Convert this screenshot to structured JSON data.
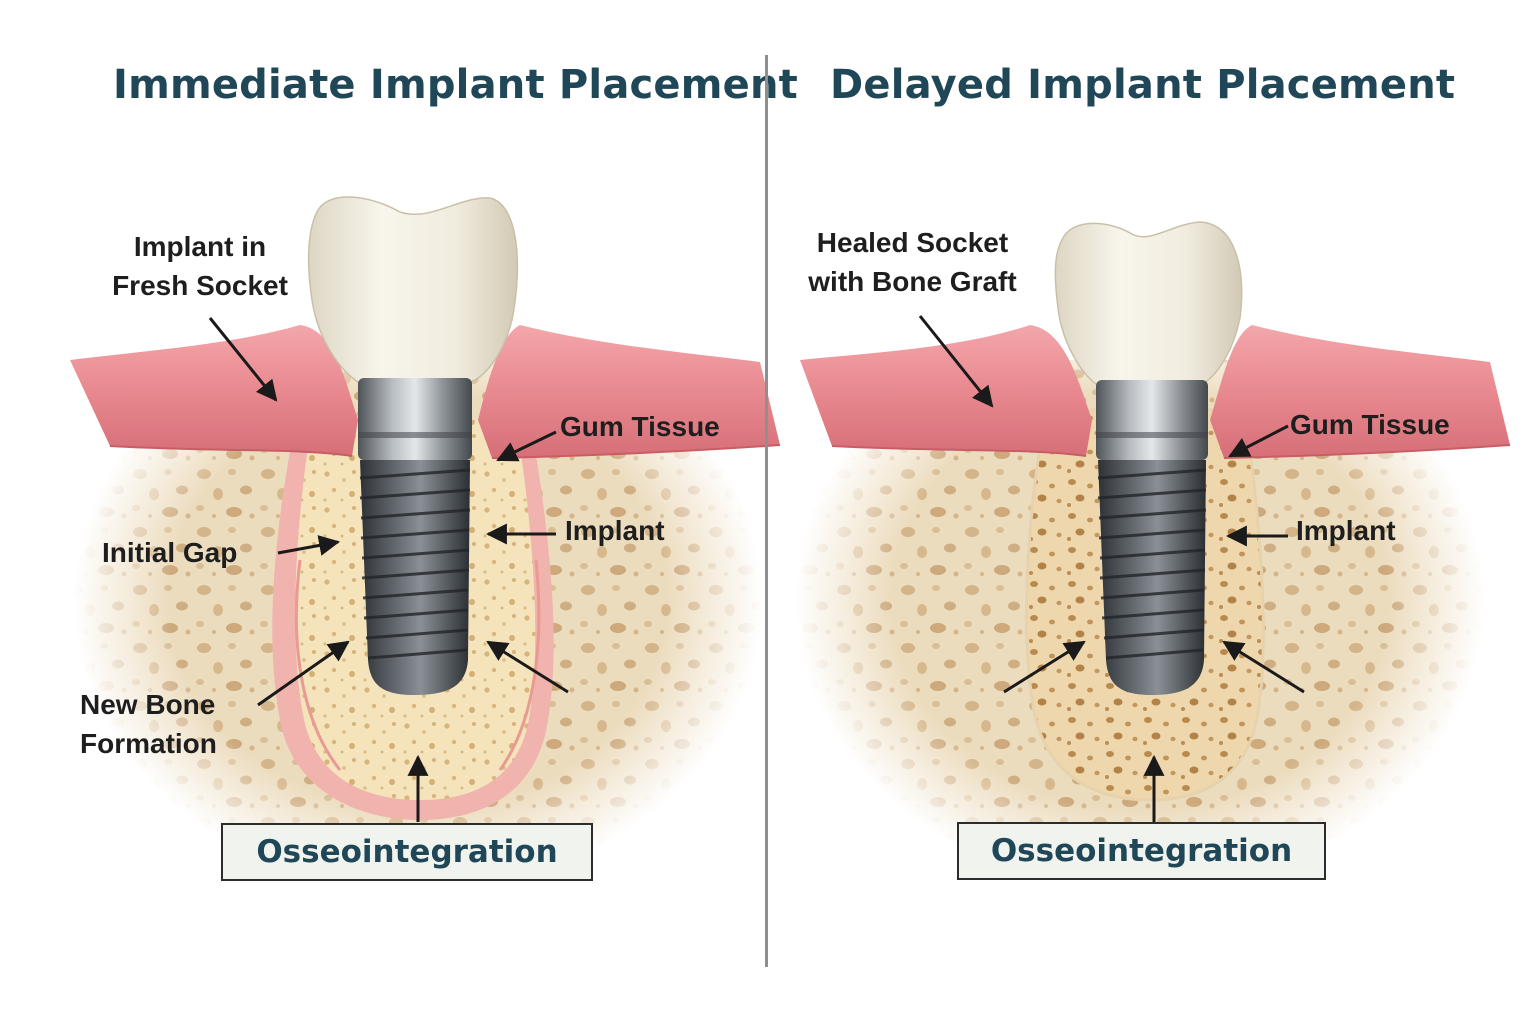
{
  "left_panel": {
    "title": "Immediate Implant Placement",
    "labels": {
      "fresh_socket": "Implant in\nFresh Socket",
      "gum_tissue": "Gum Tissue",
      "initial_gap": "Initial Gap",
      "implant": "Implant",
      "new_bone": "New Bone\nFormation"
    },
    "box": "Osseointegration"
  },
  "right_panel": {
    "title": "Delayed Implant Placement",
    "labels": {
      "healed_socket": "Healed Socket\nwith Bone Graft",
      "gum_tissue": "Gum Tissue",
      "implant": "Implant"
    },
    "box": "Osseointegration"
  },
  "colors": {
    "title": "#1f4758",
    "gum": "#e58a8f",
    "bone": "#f0dcb2",
    "implant": "#4d5258",
    "crown": "#f3efe3"
  }
}
